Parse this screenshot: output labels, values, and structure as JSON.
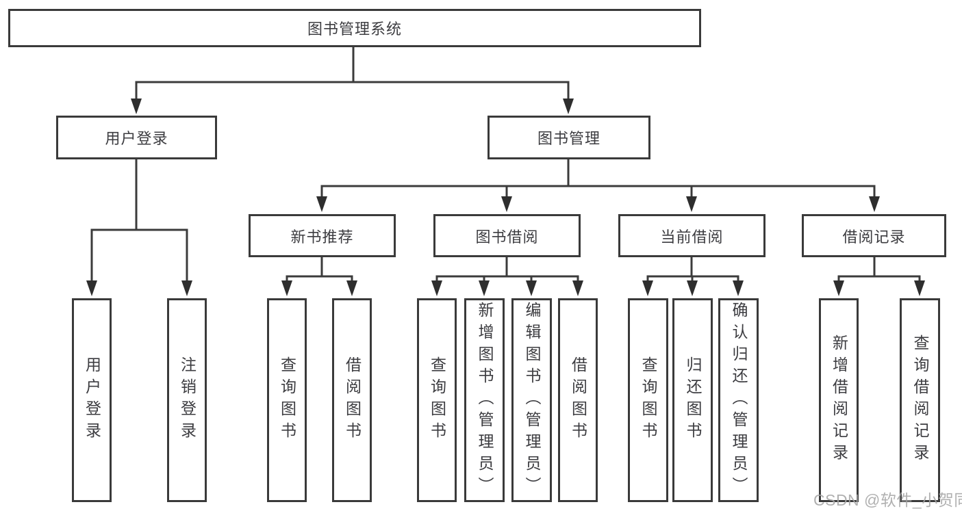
{
  "title": "图书管理系统",
  "watermark": "CSDN @软件_小贺同学",
  "colors": {
    "line": "#3b3b3b",
    "box_border": "#3a3a3a",
    "text": "#3c3c40",
    "watermark": "#a6a6a6",
    "background": "#ffffff"
  },
  "tree": {
    "root": {
      "label": "图书管理系统"
    },
    "branches": [
      {
        "label": "用户登录",
        "children": [
          {
            "label": "用户登录"
          },
          {
            "label": "注销登录"
          }
        ]
      },
      {
        "label": "图书管理",
        "children": [
          {
            "label": "新书推荐",
            "children": [
              {
                "label": "查询图书"
              },
              {
                "label": "借阅图书"
              }
            ]
          },
          {
            "label": "图书借阅",
            "children": [
              {
                "label": "查询图书"
              },
              {
                "label": "新增图书（管理员）"
              },
              {
                "label": "编辑图书（管理员）"
              },
              {
                "label": "借阅图书"
              }
            ]
          },
          {
            "label": "当前借阅",
            "children": [
              {
                "label": "查询图书"
              },
              {
                "label": "归还图书"
              },
              {
                "label": "确认归还（管理员）"
              }
            ]
          },
          {
            "label": "借阅记录",
            "children": [
              {
                "label": "新增借阅记录"
              },
              {
                "label": "查询借阅记录"
              }
            ]
          }
        ]
      }
    ]
  }
}
